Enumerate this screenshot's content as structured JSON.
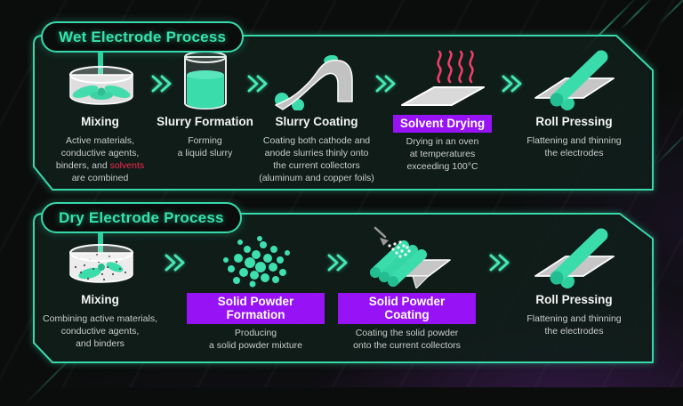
{
  "colors": {
    "accent_teal": "#3bdcab",
    "highlight_purple": "#9712f5",
    "alert_red": "#f8274e",
    "heat_pink": "#ee3e68",
    "background": "#0b0d0c"
  },
  "wet_process": {
    "title": "Wet Electrode Process",
    "steps": [
      {
        "name": "Mixing",
        "icon": "mixer-bowl-icon",
        "highlight": false,
        "desc_before": "Active materials,\nconductive agents,\nbinders, and ",
        "desc_red": "solvents",
        "desc_after": "\nare combined"
      },
      {
        "name": "Slurry Formation",
        "icon": "liquid-beaker-icon",
        "highlight": false,
        "desc": "Forming\na liquid slurry"
      },
      {
        "name": "Slurry Coating",
        "icon": "coating-roller-icon",
        "highlight": false,
        "desc": "Coating both cathode and\nanode slurries thinly onto\nthe current collectors\n(aluminum and copper foils)"
      },
      {
        "name": "Solvent Drying",
        "icon": "heated-sheet-icon",
        "highlight": true,
        "desc": "Drying in an oven\nat temperatures\nexceeding 100°C"
      },
      {
        "name": "Roll Pressing",
        "icon": "roll-press-icon",
        "highlight": false,
        "desc": "Flattening and thinning\nthe electrodes"
      }
    ]
  },
  "dry_process": {
    "title": "Dry Electrode Process",
    "steps": [
      {
        "name": "Mixing",
        "icon": "powder-mixer-bowl-icon",
        "highlight": false,
        "desc": "Combining active materials,\nconductive agents,\nand binders"
      },
      {
        "name": "Solid Powder Formation",
        "icon": "powder-particles-icon",
        "highlight": true,
        "desc": "Producing\na solid powder mixture"
      },
      {
        "name": "Solid Powder Coating",
        "icon": "powder-coating-roller-icon",
        "highlight": true,
        "desc": "Coating the solid powder\nonto the current collectors"
      },
      {
        "name": "Roll Pressing",
        "icon": "roll-press-icon",
        "highlight": false,
        "desc": "Flattening and thinning\nthe electrodes"
      }
    ]
  }
}
